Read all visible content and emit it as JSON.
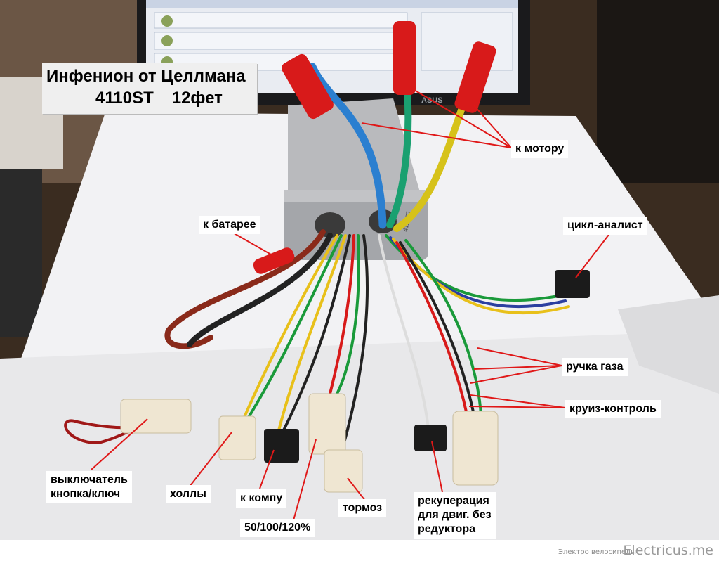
{
  "photo": {
    "title_line1": "Инфенион от Целлмана",
    "title_model": "4110ST",
    "title_fets": "12фет",
    "case_marking": "4110ST",
    "monitor_brand": "ASUS"
  },
  "callouts": {
    "motor": "к мотору",
    "battery": "к батарее",
    "cycle_analyst": "цикл-аналист",
    "throttle": "ручка газа",
    "cruise": "круиз-контроль",
    "switch_line1": "выключатель",
    "switch_line2": "кнопка/ключ",
    "halls": "холлы",
    "pc": "к компу",
    "speed_modes": "50/100/120%",
    "brake": "тормоз",
    "regen_line1": "рекуперация",
    "regen_line2": "для двиг. без",
    "regen_line3": "редуктора"
  },
  "footer": {
    "caption": "Электро велосипеды",
    "brand": "Electricus.me"
  },
  "colors": {
    "arrow": "#e01818",
    "connector_red": "#d81a1a",
    "wire_blue": "#2b7fd0",
    "wire_green": "#1aa070",
    "wire_yellow": "#d6c21a"
  }
}
